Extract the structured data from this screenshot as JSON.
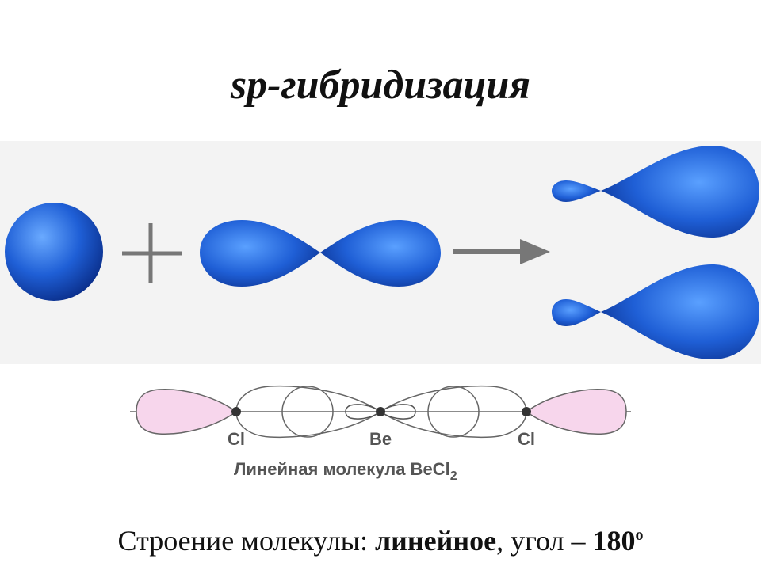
{
  "title": "sp-гибридизация",
  "colors": {
    "orbital_light": "#5aa0ff",
    "orbital_mid": "#1f5fd6",
    "orbital_dark": "#0a2e8a",
    "sign": "#777777",
    "molecule_line": "#666666",
    "molecule_fill": "#f7d6ec"
  },
  "molecule": {
    "atoms": [
      "Cl",
      "Be",
      "Cl"
    ],
    "label_main": "Линейная молекула BeCl",
    "label_subscript": "2"
  },
  "caption": {
    "prefix": "Строение молекулы: ",
    "shape": "линейное",
    "middle": ", угол – ",
    "angle": "180",
    "degree": "o"
  }
}
